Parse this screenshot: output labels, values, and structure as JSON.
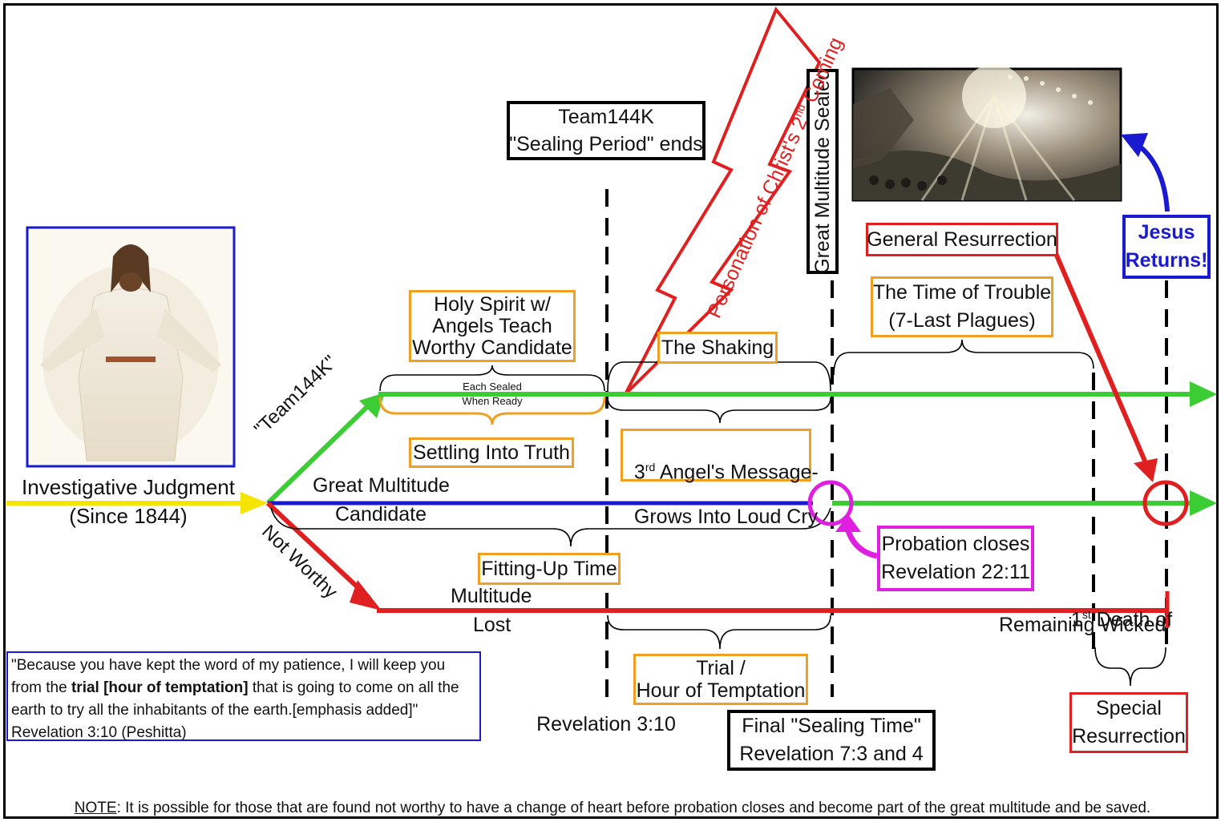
{
  "left_panel": {
    "investigative_judgment": "Investigative Judgment\n(Since 1844)"
  },
  "paths": {
    "team144k": "\"Team144K\"",
    "not_worthy": "Not Worthy",
    "great_multitude_candidate_line1": "Great Multitude",
    "great_multitude_candidate_line2": "Candidate",
    "multitude_lost_line1": "Multitude",
    "multitude_lost_line2": "Lost"
  },
  "boxes": {
    "team144k_sealing_ends": "Team144K\n\"Sealing Period\" ends",
    "holy_spirit": "Holy Spirit w/\nAngels Teach\nWorthy Candidate",
    "each_sealed": "Each Sealed\nWhen Ready",
    "settling_into_truth": "Settling Into Truth",
    "the_shaking": "The Shaking",
    "third_angel_prefix": "3",
    "third_angel_sup": "rd",
    "third_angel_rest": " Angel's Message-",
    "third_angel_line2": "Grows Into Loud Cry",
    "fitting_up_time": "Fitting-Up Time",
    "trial": "Trial /\nHour of Temptation",
    "revelation_3_10": "Revelation 3:10",
    "final_sealing": "Final \"Sealing Time\"\nRevelation 7:3 and 4",
    "great_multitude_sealed": "Great Multitude Sealed",
    "personation": "Personation of Christ's 2",
    "personation_sup": "nd",
    "personation_rest": " Coming",
    "general_resurrection": "General Resurrection",
    "time_of_trouble": "The Time of Trouble\n(7-Last Plagues)",
    "jesus_returns": "Jesus\nReturns!",
    "probation_closes": "Probation closes\nRevelation 22:11",
    "first_death_prefix": "1",
    "first_death_sup": "st",
    "first_death_rest": " Death of",
    "first_death_line2": "Remaining Wicked",
    "special_resurrection": "Special\nResurrection"
  },
  "quote": {
    "part1": "\"Because you have kept the word of my patience, I will keep you from the ",
    "bold": "trial [hour of temptation]",
    "part2": " that is going to come on all the earth to try all the inhabitants of the earth.[emphasis added]\" Revelation 3:10 (Peshitta)"
  },
  "note": {
    "label": "NOTE",
    "text": ": It is possible for those that are found not worthy to have a change of heart before probation closes and become part of the great multitude and be saved."
  },
  "images": {
    "jesus_portrait": "jesus-robed-figure-painting",
    "second_coming": "second-coming-clouds-painting"
  },
  "colors": {
    "yellow": "#f5e400",
    "green": "#3ccc34",
    "blue": "#1a1ad0",
    "red": "#e02020",
    "orange": "#f0a020",
    "magenta": "#e020e0"
  }
}
